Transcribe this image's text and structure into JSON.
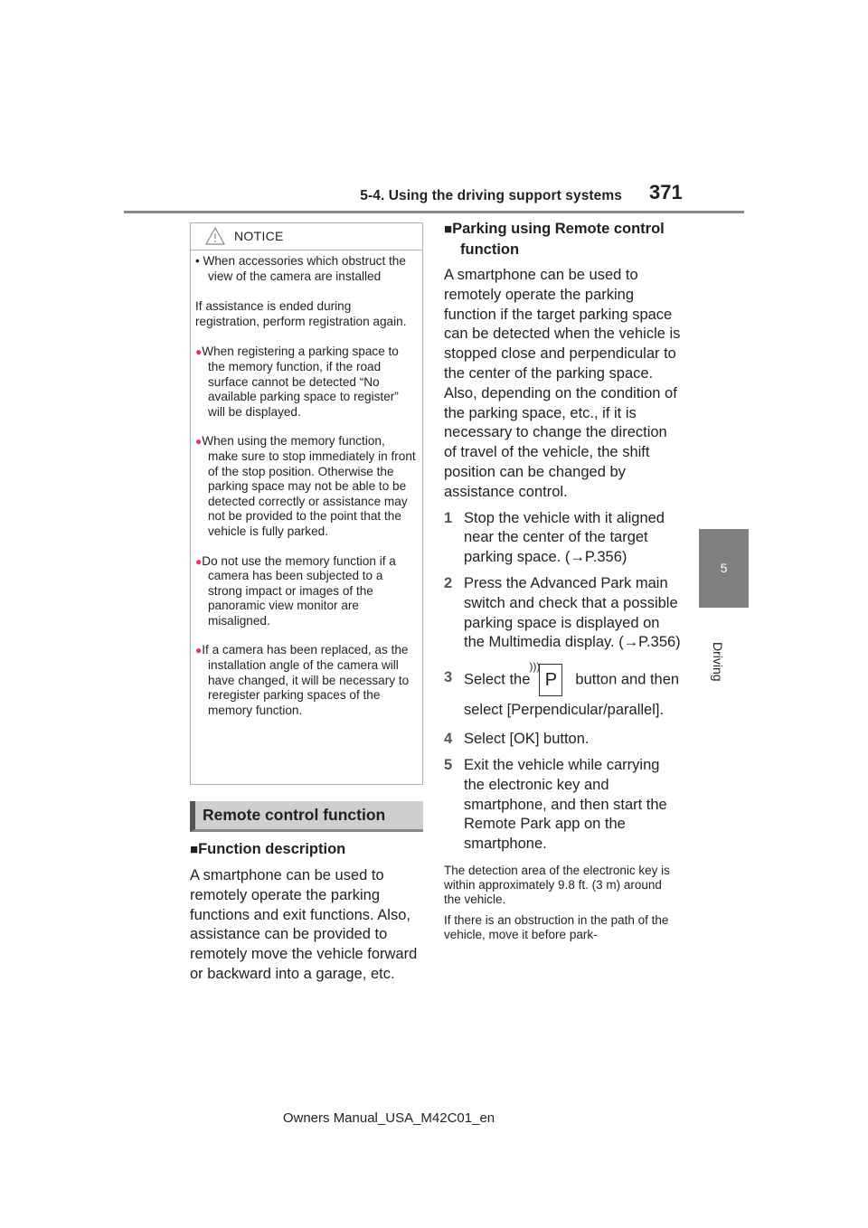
{
  "header": {
    "section_title": "5-4. Using the driving support systems",
    "page_number": "371"
  },
  "chapter": {
    "number": "5",
    "label": "Driving"
  },
  "notice": {
    "title": "NOTICE",
    "bullet": "• When accessories which obstruct the view of the camera are installed",
    "paragraph": "If assistance is ended during registration, perform registration again.",
    "items": [
      "When registering a parking space to the memory function, if the road surface cannot be detected “No available parking space to register” will be displayed.",
      "When using the memory function, make sure to stop immediately in front of the stop position. Otherwise the parking space may not be able to be detected correctly or assistance may not be provided to the point that the vehicle is fully parked.",
      "Do not use the memory function if a camera has been subjected to a strong impact or images of the panoramic view monitor are misaligned.",
      "If a camera has been replaced, as the installation angle of the camera will have changed, it will be necessary to reregister parking spaces of the memory function."
    ]
  },
  "section": {
    "heading": "Remote control function"
  },
  "function_description": {
    "heading": "Function description",
    "text": "A smartphone can be used to remotely operate the parking functions and exit functions. Also, assistance can be provided to remotely move the vehicle forward or backward into a garage, etc."
  },
  "parking_remote": {
    "heading": "Parking using Remote control function",
    "text": "A smartphone can be used to remotely operate the parking function if the target parking space can be detected when the vehicle is stopped close and perpendicular to the center of the parking space. Also, depending on the condition of the parking space, etc., if it is necessary to change the direction of travel of the vehicle, the shift position can be changed by assistance control.",
    "steps": [
      {
        "num": "1",
        "text": "Stop the vehicle with it aligned near the center of the target parking space. (→P.356)"
      },
      {
        "num": "2",
        "text": "Press the Advanced Park main switch and check that a possible parking space is displayed on the Multimedia display. (→P.356)"
      },
      {
        "num": "3",
        "text_before": "Select the",
        "button_label": "P",
        "text_after": "button and then select [Perpendicular/parallel]."
      },
      {
        "num": "4",
        "text": "Select [OK] button."
      },
      {
        "num": "5",
        "text": "Exit the vehicle while carrying the electronic key and smartphone, and then start the Remote Park app on the smartphone."
      }
    ],
    "notes": [
      "The detection area of the electronic key is within approximately 9.8 ft. (3 m) around the vehicle.",
      "If there is an obstruction in the path of the vehicle, move it before park-"
    ]
  },
  "footer": {
    "text": "Owners Manual_USA_M42C01_en"
  },
  "colors": {
    "bullet_accent": "#e8336e",
    "heading_bg": "#cfcfcf",
    "tab_bg": "#808080"
  }
}
